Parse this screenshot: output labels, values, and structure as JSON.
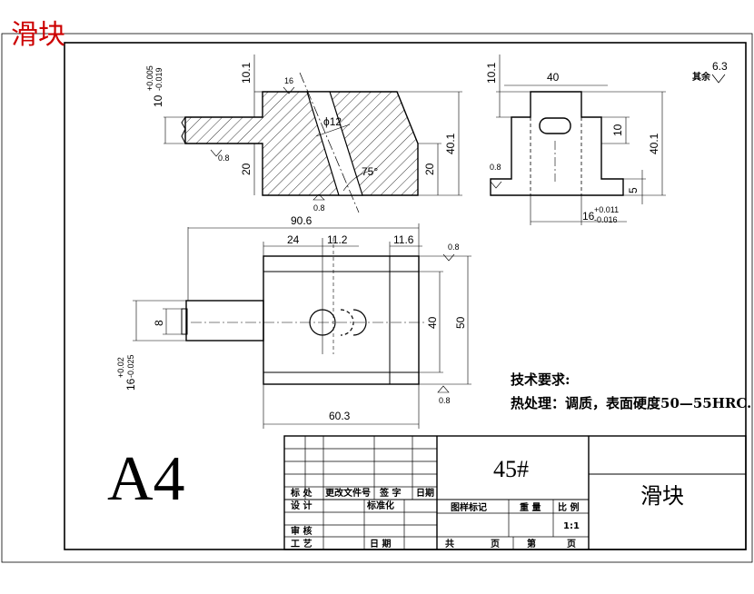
{
  "drawing": {
    "corner_title": "滑块",
    "sheet_size": "A4",
    "material": "45#",
    "part_name": "滑块",
    "scale": "1:1",
    "roughness_other": "其余",
    "roughness_other_value": "6.3",
    "tech_req_title": "技术要求:",
    "tech_req_line": "热处理：调质，表面硬度50—55HRC."
  },
  "dims": {
    "front_10_1": "10.1",
    "front_tol": "10",
    "front_tol_up": "+0.005",
    "front_tol_lo": "-0.019",
    "front_16": "16",
    "front_phi12": "ϕ12",
    "front_20_left": "20",
    "front_20_right": "20",
    "front_40_1": "40.1",
    "front_75": "75°",
    "front_r08_a": "0.8",
    "front_r08_b": "0.8",
    "side_10_1": "10.1",
    "side_40": "40",
    "side_10": "10",
    "side_40_1": "40.1",
    "side_5": "5",
    "side_08": "0.8",
    "side_16": "16",
    "side_16_up": "+0.011",
    "side_16_lo": "-0.016",
    "top_90_6": "90.6",
    "top_24": "24",
    "top_11_2": "11.2",
    "top_11_6": "11.6",
    "top_08_a": "0.8",
    "top_08_b": "0.8",
    "top_8": "8",
    "top_40": "40",
    "top_50": "50",
    "top_16": "16",
    "top_16_up": "+0.02",
    "top_16_lo": "-0.025",
    "top_60_3": "60.3"
  },
  "title_block": {
    "mark": "标 处",
    "design": "设 计",
    "revision_doc": "更改文件号",
    "signature": "签 字",
    "date": "日期",
    "standardize": "标准化",
    "review": "审 核",
    "process": "工 艺",
    "date2": "日 期",
    "stage_mark": "图样标记",
    "weight": "重 量",
    "ratio": "比 例",
    "total": "共",
    "page": "页",
    "no": "第",
    "page2": "页"
  }
}
